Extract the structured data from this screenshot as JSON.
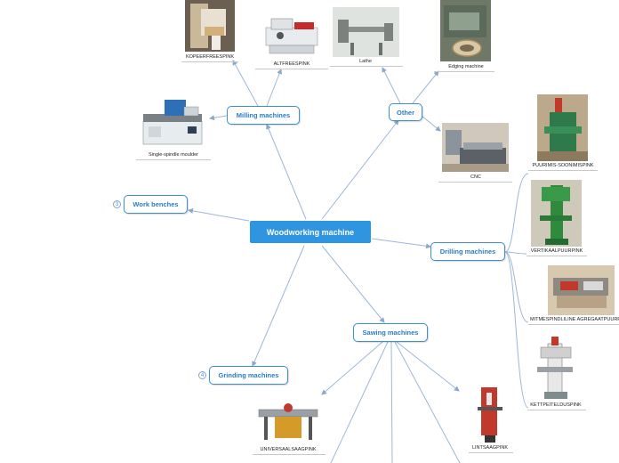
{
  "central": {
    "label": "Woodworking machine"
  },
  "nodes": {
    "milling": "Milling machines",
    "other": "Other",
    "work_benches": "Work benches",
    "drilling": "Drilling machines",
    "sawing": "Sawing machines",
    "grinding": "Grinding machines"
  },
  "badges": {
    "work_benches": "3",
    "grinding": "4"
  },
  "images": {
    "kopeerfreespink": "KOPEERFREESPINK",
    "altfreespink": "ALTFREESPINK",
    "lathe": "Lathe",
    "edging": "Edging machine",
    "spindle": "Single-spindle moulder",
    "cnc": "CNC",
    "puurimis": "PUURIMIS-SOONIMISPINK",
    "vertikaal": "VERTIKAALPUURPINK",
    "mitmespindliline": "MITMESPINDLILINE AGREGAATPUURPINK",
    "kettpeitel": "KETTPEITELDUSPINK",
    "universaal": "UNIVERSAALSAAGPINK",
    "lintsaag": "LINTSAAGPINK"
  },
  "colors": {
    "accent": "#2f95e0",
    "node_border": "#3d8fd6",
    "connector": "#9db7d8"
  }
}
